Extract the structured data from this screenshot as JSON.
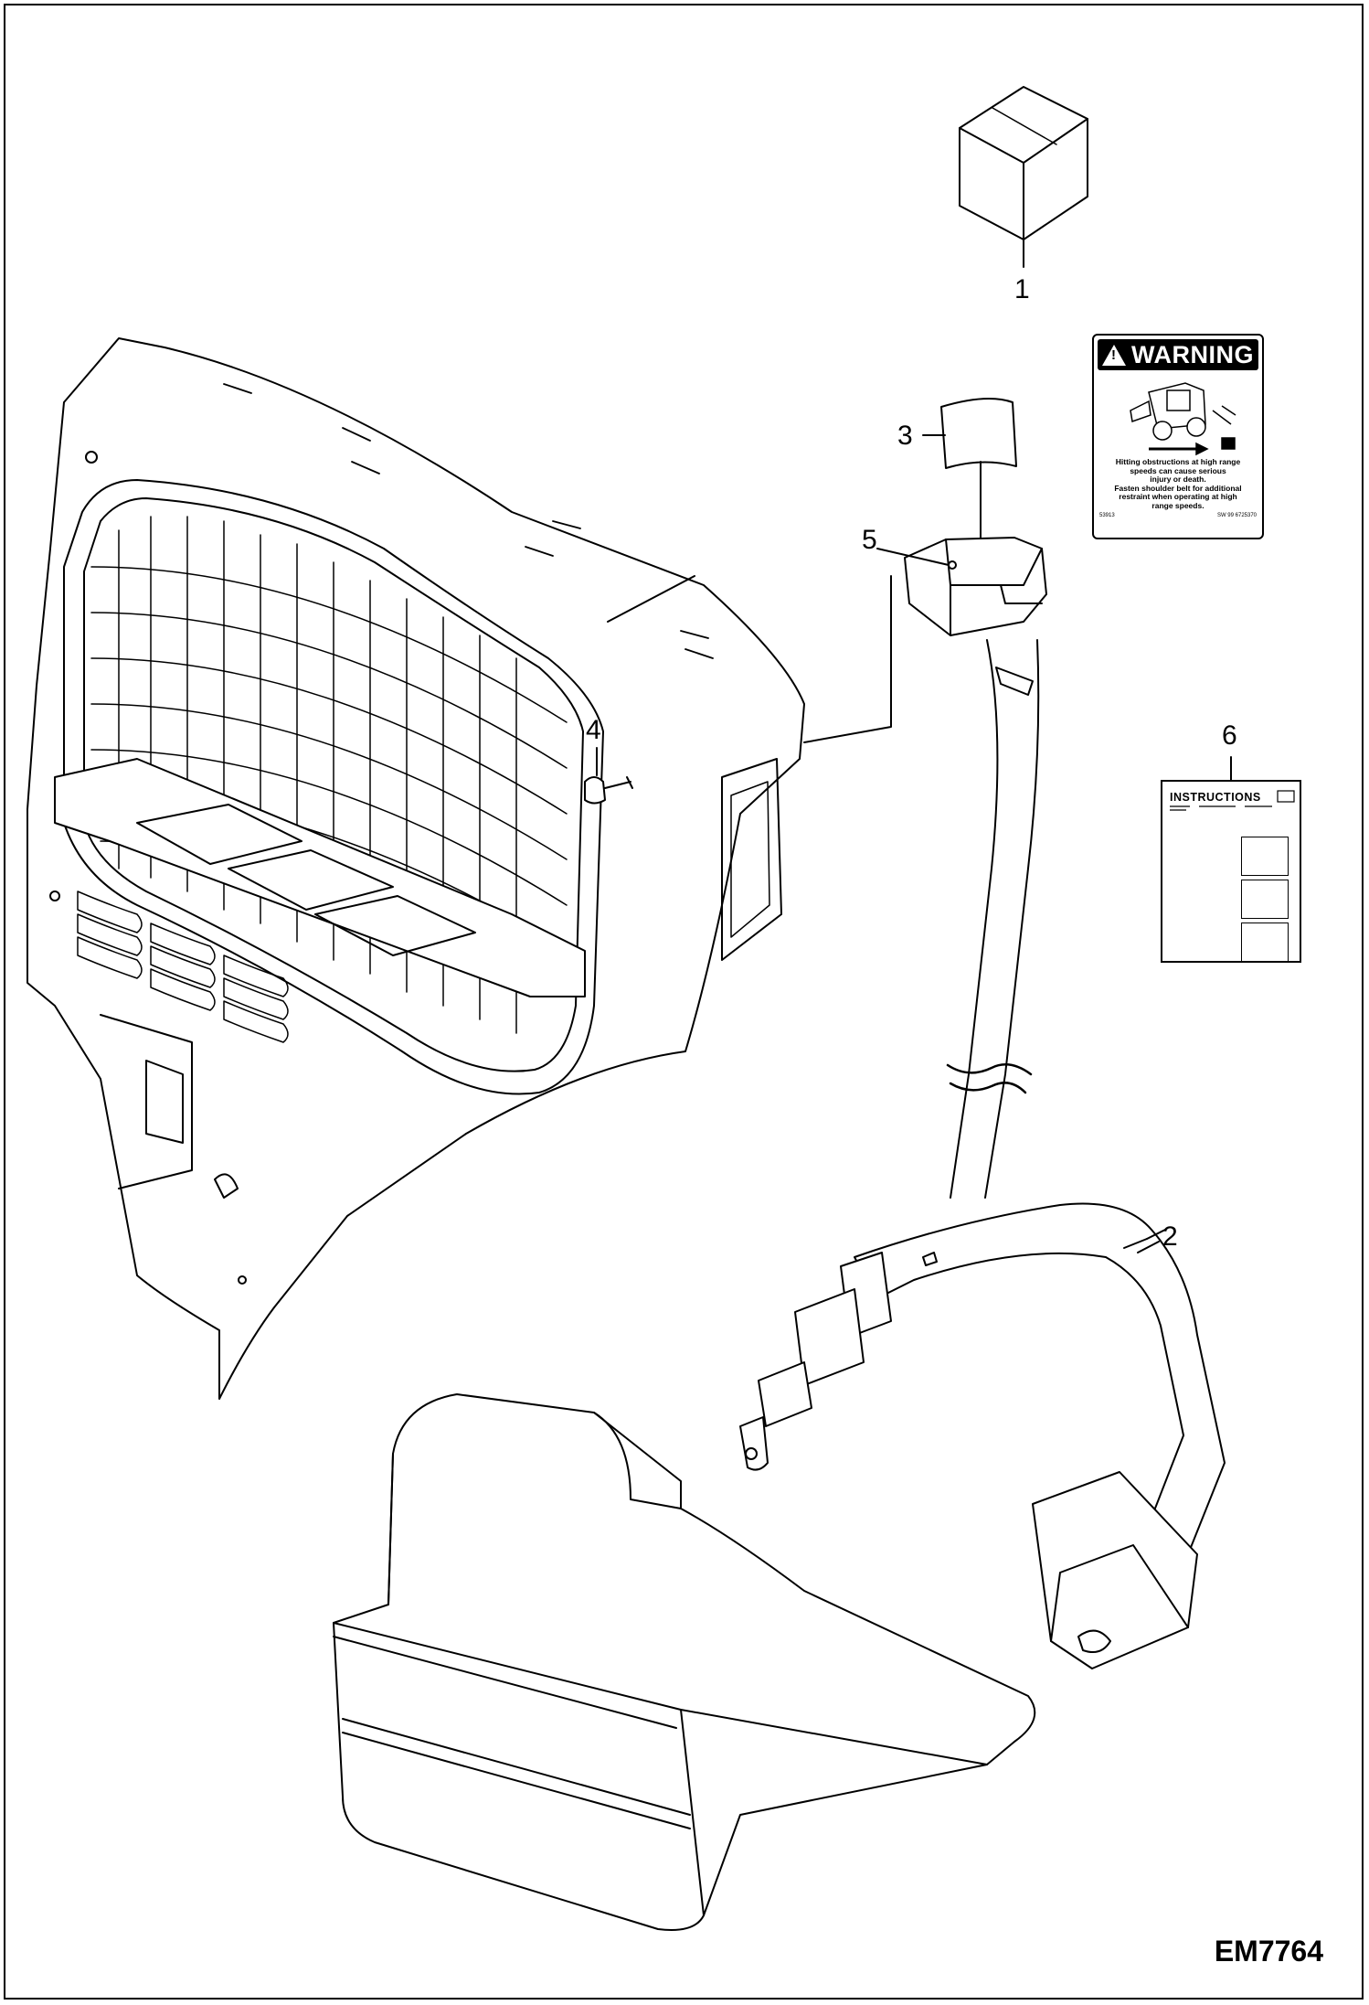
{
  "callouts": {
    "c1": "1",
    "c2": "2",
    "c3": "3",
    "c4": "4",
    "c5": "5",
    "c6": "6"
  },
  "figure_id": "EM7764",
  "warning_decal": {
    "header": "WARNING",
    "line1": "Hitting obstructions at high range",
    "line2": "speeds can cause serious",
    "line3": "injury or death.",
    "line4": "Fasten shoulder belt for additional",
    "line5": "restraint when operating at high",
    "line6": "range speeds.",
    "code_left": "53913",
    "code_right": "SW 99  6725370"
  },
  "instructions_card": {
    "title": "INSTRUCTIONS"
  }
}
